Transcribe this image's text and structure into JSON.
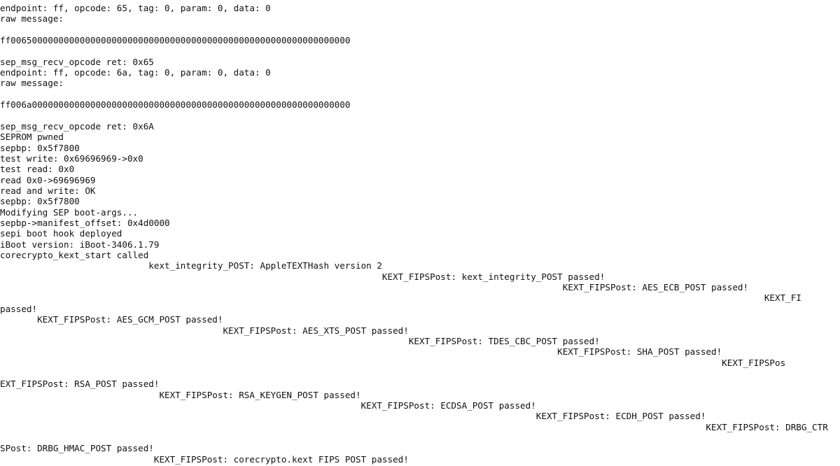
{
  "terminal": {
    "lines": [
      "endpoint: ff, opcode: 65, tag: 0, param: 0, data: 0",
      "raw message:",
      "",
      "ff0065000000000000000000000000000000000000000000000000000000000000",
      "",
      "sep_msg_recv_opcode ret: 0x65",
      "endpoint: ff, opcode: 6a, tag: 0, param: 0, data: 0",
      "raw message:",
      "",
      "ff006a000000000000000000000000000000000000000000000000000000000000",
      "",
      "sep_msg_recv_opcode ret: 0x6A",
      "SEPROM pwned",
      "sepbp: 0x5f7800",
      "test write: 0x69696969->0x0",
      "test read: 0x0",
      "read 0x0->69696969",
      "read and write: OK",
      "sepbp: 0x5f7800",
      "Modifying SEP boot-args...",
      "sepbp->manifest_offset: 0x4d0000",
      "sepi boot hook deployed",
      "iBoot version: iBoot-3406.1.79",
      "corecrypto_kext_start called",
      "                            kext_integrity_POST: AppleTEXTHash version 2",
      "                                                                        KEXT_FIPSPost: kext_integrity_POST passed!",
      "                                                                                                          KEXT_FIPSPost: AES_ECB_POST passed!",
      "                                                                                                                                                KEXT_FI",
      "passed!",
      "       KEXT_FIPSPost: AES_GCM_POST passed!",
      "                                          KEXT_FIPSPost: AES_XTS_POST passed!",
      "                                                                             KEXT_FIPSPost: TDES_CBC_POST passed!",
      "                                                                                                         KEXT_FIPSPost: SHA_POST passed!",
      "                                                                                                                                        KEXT_FIPSPos",
      "",
      "EXT_FIPSPost: RSA_POST passed!",
      "                              KEXT_FIPSPost: RSA_KEYGEN_POST passed!",
      "                                                                    KEXT_FIPSPost: ECDSA_POST passed!",
      "                                                                                                     KEXT_FIPSPost: ECDH_POST passed!",
      "                                                                                                                                     KEXT_FIPSPost: DRBG_CTR",
      "",
      "SPost: DRBG_HMAC_POST passed!",
      "                             KEXT_FIPSPost: corecrypto.kext FIPS POST passed!"
    ]
  }
}
